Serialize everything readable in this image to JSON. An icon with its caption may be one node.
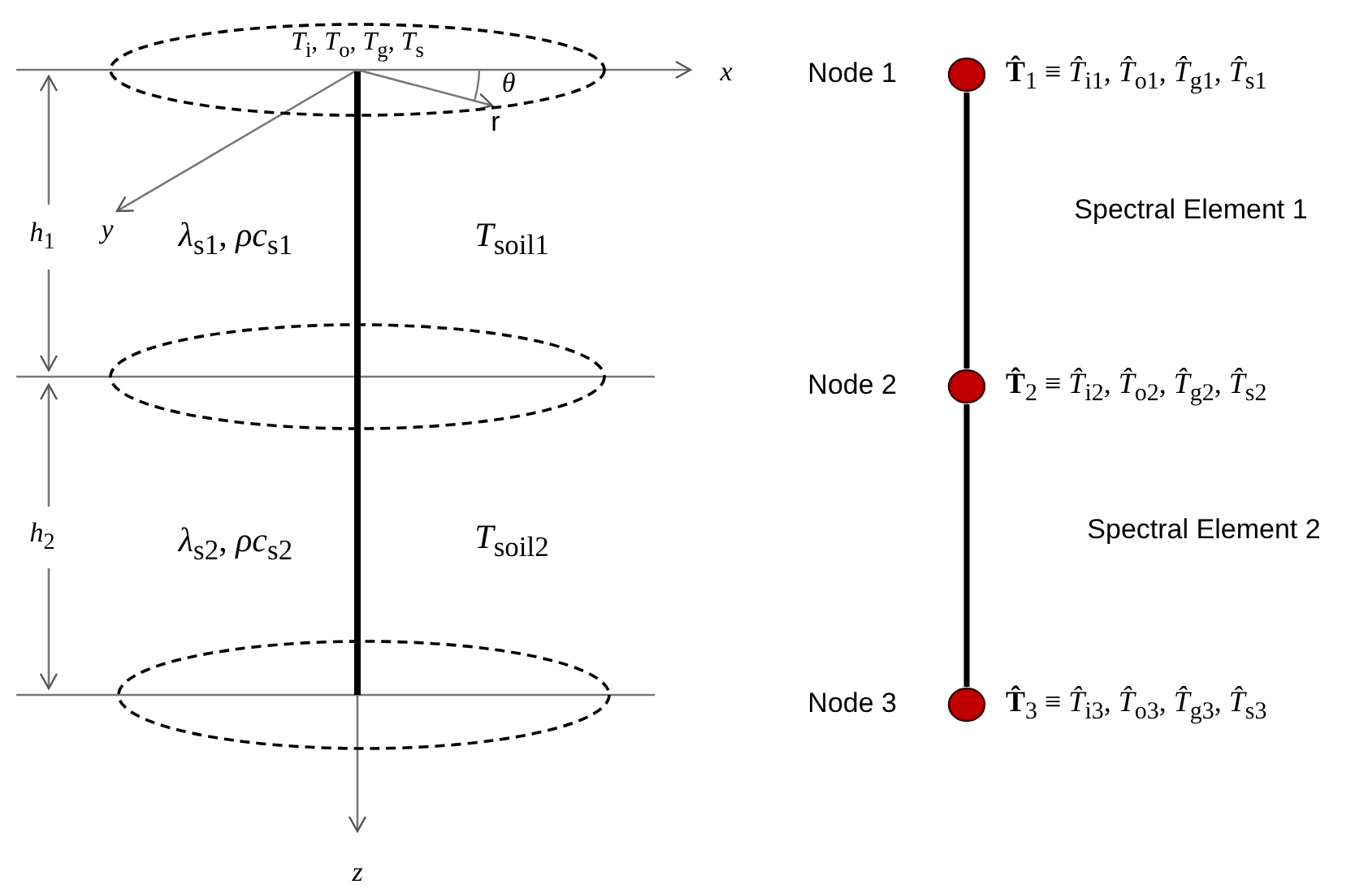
{
  "diagram": {
    "nodes": [
      {
        "text": [
          "*T*$_{i}$, *T*$_{o}$, *T*$_{g}$, *T*$_{s}$"
        ]
      },
      {
        "text": [],
        "shape": "ellipse"
      },
      {
        "text": [],
        "shape": "ellipse"
      },
      {
        "text": [],
        "shape": "bar"
      },
      {
        "text": [],
        "shape": "circle",
        "beside": [
          "Node 1",
          "**T̂**$_{1}$ ≡ *T̂*$_{i1}$, *T̂*$_{o1}$, *T̂*$_{g1}$, *T̂*$_{s1}$"
        ]
      },
      {
        "text": [],
        "shape": "circle",
        "beside": [
          "Node 2",
          "**T̂**$_{2}$ ≡ *T̂*$_{i2}$, *T̂*$_{o2}$, *T̂*$_{g2}$, *T̂*$_{s2}$"
        ]
      },
      {
        "text": [],
        "shape": "circle",
        "beside": [
          "Node 3",
          "**T̂**$_{3}$ ≡ *T̂*$_{i3}$, *T̂*$_{o3}$, *T̂*$_{g3}$, *T̂*$_{s3}$"
        ]
      }
    ],
    "edges": [
      {
        "from": 4,
        "to": 5,
        "arrow": "none",
        "label": "Spectral Element 1"
      },
      {
        "from": 5,
        "to": 6,
        "arrow": "none",
        "label": "Spectral Element 2"
      }
    ],
    "labels": [
      "x",
      "θ",
      "r",
      "y",
      "*h*$_{1}$",
      "*λ*$_{s1}$, *ρc*$_{s1}$",
      "*T*$_{soil1}$",
      "*h*$_{2}$",
      "*λ*$_{s2}$, *ρc*$_{s2}$",
      "*T*$_{soil2}$",
      "z"
    ]
  }
}
